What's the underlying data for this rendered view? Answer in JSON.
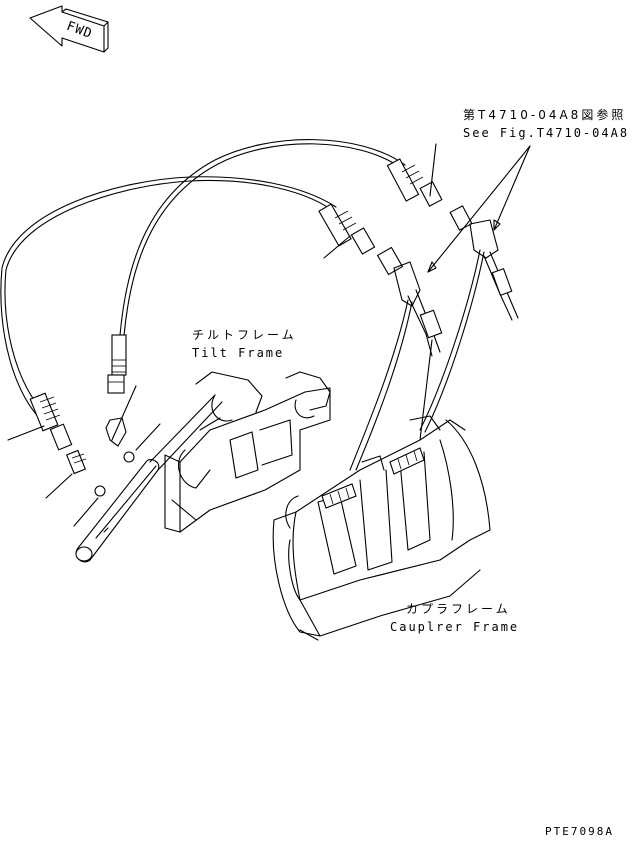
{
  "fwd_label": "FWD",
  "reference": {
    "jp": "第T4710-04A8図参照",
    "en": "See Fig.T4710-04A8"
  },
  "tilt_frame": {
    "jp": "チルトフレーム",
    "en": "Tilt Frame"
  },
  "coupler_frame": {
    "jp": "カプラフレーム",
    "en": "Cauplrer Frame"
  },
  "drawing_number": "PTE7098A",
  "colors": {
    "line": "#000000",
    "background": "#ffffff"
  }
}
